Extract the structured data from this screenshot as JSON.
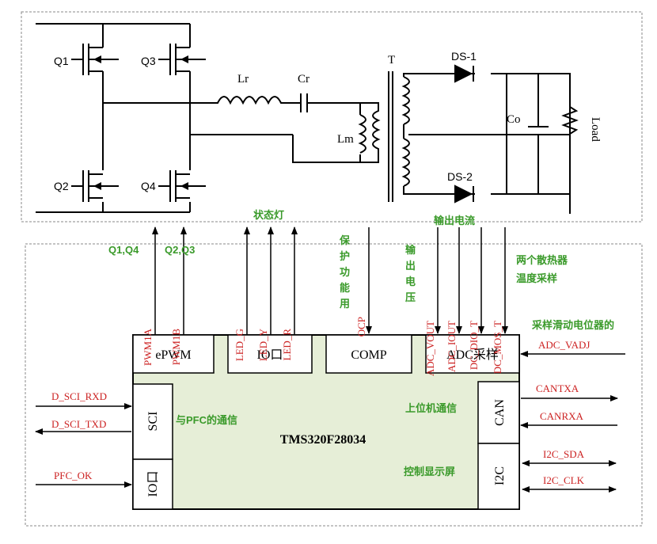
{
  "circuit": {
    "switches": [
      "Q1",
      "Q3",
      "Q2",
      "Q4"
    ],
    "lr": "Lr",
    "cr": "Cr",
    "lm": "Lm",
    "transformer": "T",
    "ds1": "DS-1",
    "ds2": "DS-2",
    "co": "Co",
    "load": "Load"
  },
  "controller": {
    "chip": "TMS320F28034",
    "blocks": {
      "epwm": "ePWM",
      "io_top": "IO口",
      "comp": "COMP",
      "adc": "ADC采样",
      "sci": "SCI",
      "io_left": "IO口",
      "can": "CAN",
      "i2c": "I2C"
    },
    "signals": {
      "pwm1a": "PWM1A",
      "pwm1b": "PWM1B",
      "led_g": "LED_G",
      "led_y": "LED_Y",
      "led_r": "LED_R",
      "ocp": "OCP",
      "adc_vout": "ADC_VOUT",
      "adc_iout": "ADC_IOUT",
      "dc_dio_t": "DC_DIO_T",
      "dc_mos_t": "DC_MOS_T",
      "adc_vadj": "ADC_VADJ",
      "d_sci_rxd": "D_SCI_RXD",
      "d_sci_txd": "D_SCI_TXD",
      "pfc_ok": "PFC_OK",
      "cantxa": "CANTXA",
      "canrxa": "CANRXA",
      "i2c_sda": "I2C_SDA",
      "i2c_clk": "I2C_CLK"
    },
    "notes": {
      "q14": "Q1,Q4",
      "q23": "Q2,Q3",
      "status_led": "状态灯",
      "protect": [
        "保",
        "护",
        "功",
        "能",
        "用"
      ],
      "out_voltage": [
        "输",
        "出",
        "电",
        "压"
      ],
      "out_current": "输出电流",
      "heatsink1": "两个散热器",
      "heatsink2": "温度采样",
      "pot": "采样滑动电位器的",
      "pfc_comm": "与PFC的通信",
      "host_comm": "上位机通信",
      "display": "控制显示屏"
    }
  },
  "colors": {
    "signal": "#cc2222",
    "note": "#3a9a2a",
    "chip_fill": "#e6eed7"
  }
}
